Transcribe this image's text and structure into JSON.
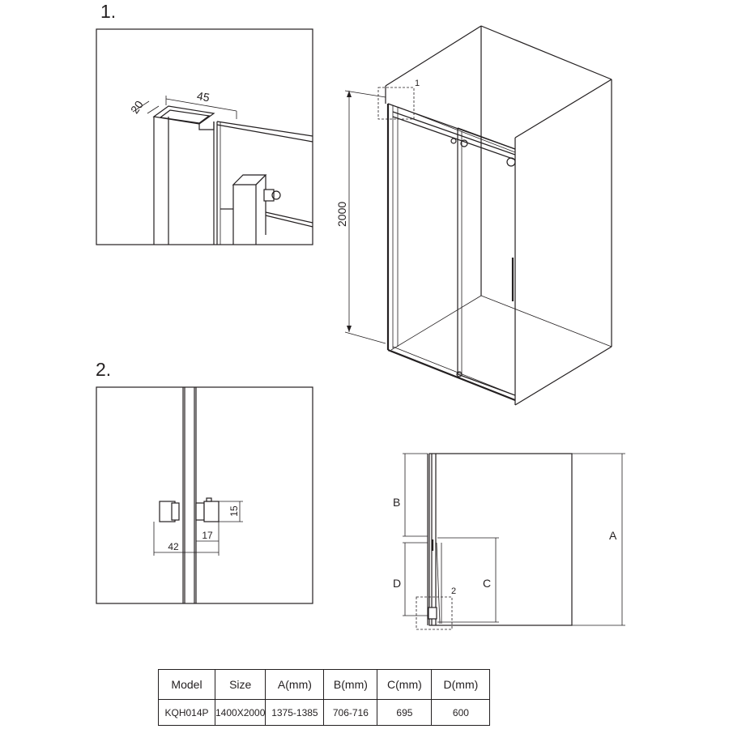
{
  "detail1": {
    "number": "1.",
    "dim_depth": "20",
    "dim_width": "45"
  },
  "detail2": {
    "number": "2.",
    "dim_height": "15",
    "dim_offset": "17",
    "dim_total": "42"
  },
  "iso_view": {
    "height_label": "2000",
    "callout": "1"
  },
  "plan_view": {
    "label_a": "A",
    "label_b": "B",
    "label_c": "C",
    "label_d": "D",
    "callout": "2"
  },
  "spec_table": {
    "headers": [
      "Model",
      "Size",
      "A(mm)",
      "B(mm)",
      "C(mm)",
      "D(mm)"
    ],
    "rows": [
      [
        "KQH014P",
        "1400X2000",
        "1375-1385",
        "706-716",
        "695",
        "600"
      ]
    ]
  }
}
